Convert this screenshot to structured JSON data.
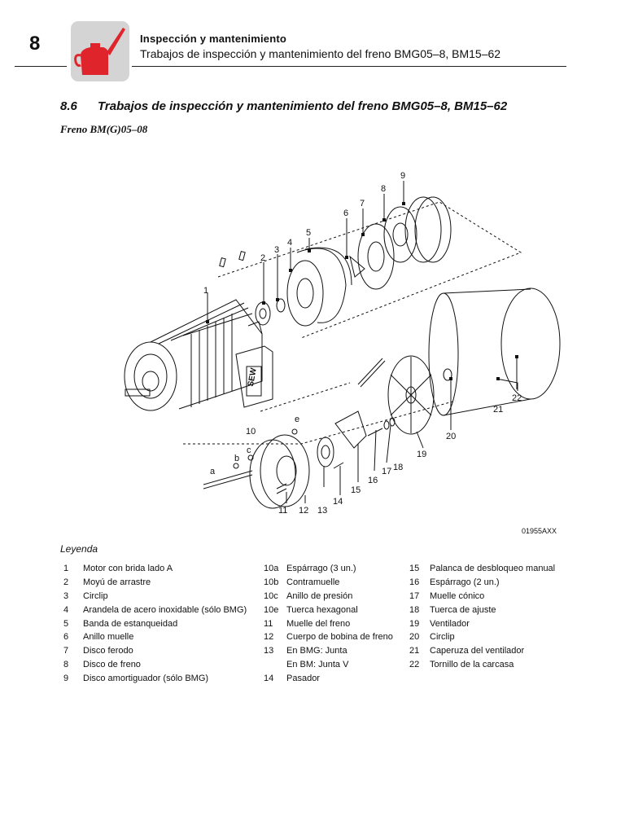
{
  "header": {
    "chapter": "8",
    "title": "Inspección y mantenimiento",
    "subtitle": "Trabajos de inspección y mantenimiento del freno BMG05–8, BM15–62",
    "icon": "oil-can-icon",
    "icon_color": "#e0242b"
  },
  "section": {
    "number": "8.6",
    "title": "Trabajos de inspección y mantenimiento del freno BMG05–8, BM15–62"
  },
  "subheading": "Freno BM(G)05–08",
  "figure": {
    "code": "01955AXX",
    "callouts": [
      "1",
      "2",
      "3",
      "4",
      "5",
      "6",
      "7",
      "8",
      "9",
      "10",
      "a",
      "b",
      "c",
      "e",
      "11",
      "12",
      "13",
      "14",
      "15",
      "16",
      "17",
      "18",
      "19",
      "20",
      "21",
      "22"
    ],
    "nameplate_text": "SEW"
  },
  "legend": {
    "title": "Leyenda",
    "col1": [
      {
        "n": "1",
        "t": "Motor con brida lado A"
      },
      {
        "n": "2",
        "t": "Moyú de arrastre"
      },
      {
        "n": "3",
        "t": "Circlip"
      },
      {
        "n": "4",
        "t": "Arandela de acero inoxidable (sólo BMG)"
      },
      {
        "n": "5",
        "t": "Banda de estanqueidad"
      },
      {
        "n": "6",
        "t": "Anillo muelle"
      },
      {
        "n": "7",
        "t": "Disco ferodo"
      },
      {
        "n": "8",
        "t": "Disco de freno"
      },
      {
        "n": "9",
        "t": "Disco amortiguador (sólo BMG)"
      }
    ],
    "col2": [
      {
        "n": "10a",
        "t": "Espárrago (3 un.)"
      },
      {
        "n": "10b",
        "t": "Contramuelle"
      },
      {
        "n": "10c",
        "t": "Anillo de presión"
      },
      {
        "n": "10e",
        "t": "Tuerca hexagonal"
      },
      {
        "n": "11",
        "t": "Muelle del freno"
      },
      {
        "n": "12",
        "t": "Cuerpo de bobina de freno"
      },
      {
        "n": "13",
        "t": "En BMG: Junta"
      },
      {
        "n": "",
        "t": "En BM: Junta V"
      },
      {
        "n": "14",
        "t": "Pasador"
      }
    ],
    "col3": [
      {
        "n": "15",
        "t": "Palanca de desbloqueo manual"
      },
      {
        "n": "16",
        "t": "Espárrago (2 un.)"
      },
      {
        "n": "17",
        "t": "Muelle cónico"
      },
      {
        "n": "18",
        "t": "Tuerca de ajuste"
      },
      {
        "n": "19",
        "t": "Ventilador"
      },
      {
        "n": "20",
        "t": "Circlip"
      },
      {
        "n": "21",
        "t": "Caperuza del ventilador"
      },
      {
        "n": "22",
        "t": "Tornillo de la carcasa"
      }
    ]
  }
}
